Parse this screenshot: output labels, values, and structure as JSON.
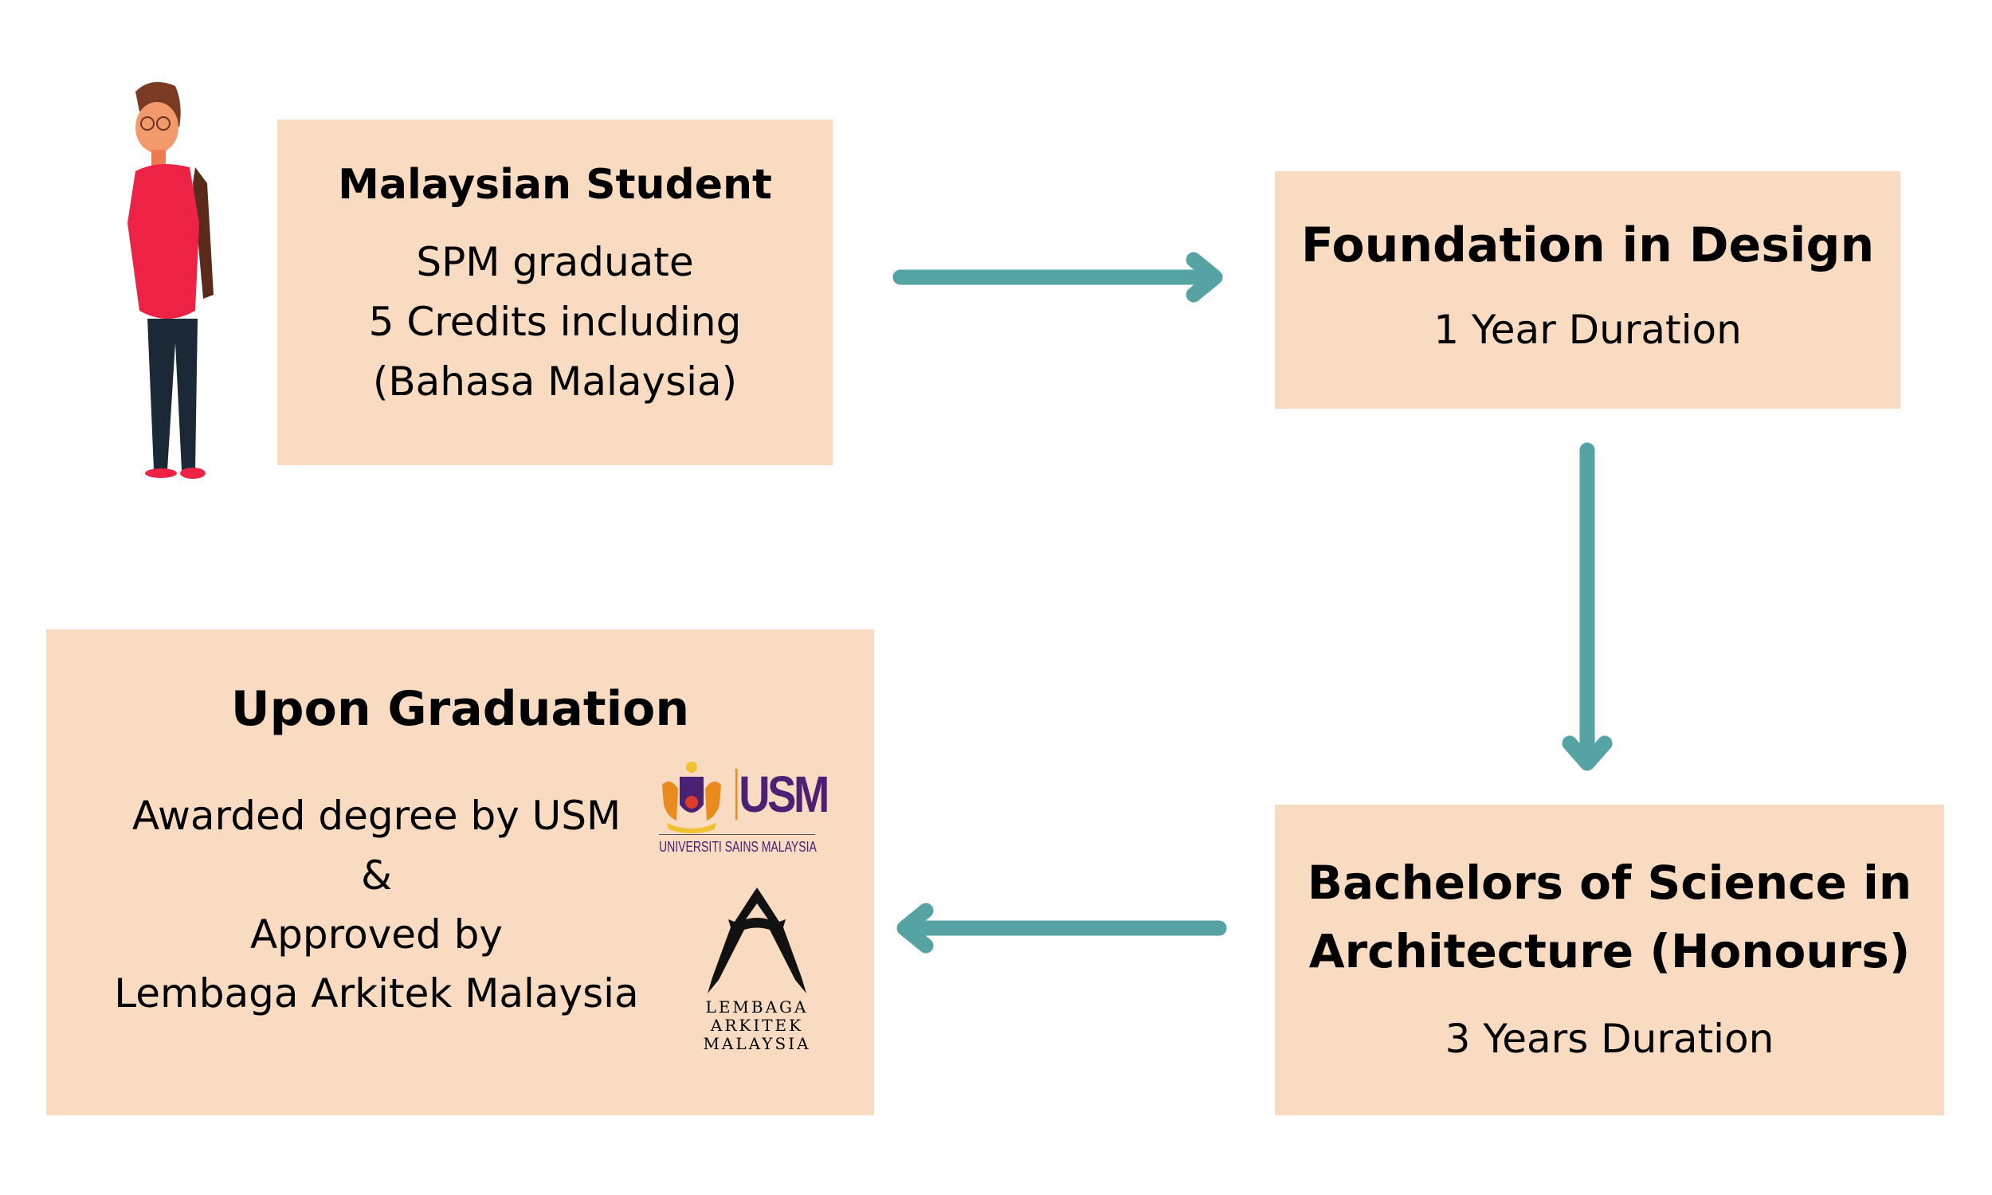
{
  "colors": {
    "box": "#f8dbc0",
    "arrow": "#55a3a3"
  },
  "student": {
    "title": "Malaysian Student",
    "lines": [
      "SPM graduate",
      "5 Credits including",
      "(Bahasa Malaysia)"
    ]
  },
  "foundation": {
    "title": "Foundation in Design",
    "duration": "1 Year Duration"
  },
  "bachelors": {
    "title_lines": [
      "Bachelors of Science in",
      "Architecture (Honours)"
    ],
    "duration": "3 Years Duration"
  },
  "graduation": {
    "title": "Upon Graduation",
    "lines": [
      "Awarded degree by USM",
      "&",
      "Approved by",
      "Lembaga Arkitek Malaysia"
    ]
  },
  "logos": {
    "usm_mark": "USM",
    "usm_name": "UNIVERSITI SAINS MALAYSIA",
    "lam_lines": [
      "LEMBAGA",
      "ARKITEK",
      "MALAYSIA"
    ]
  },
  "icons": {
    "person": "student-illustration",
    "arrow": "arrow-icon"
  }
}
